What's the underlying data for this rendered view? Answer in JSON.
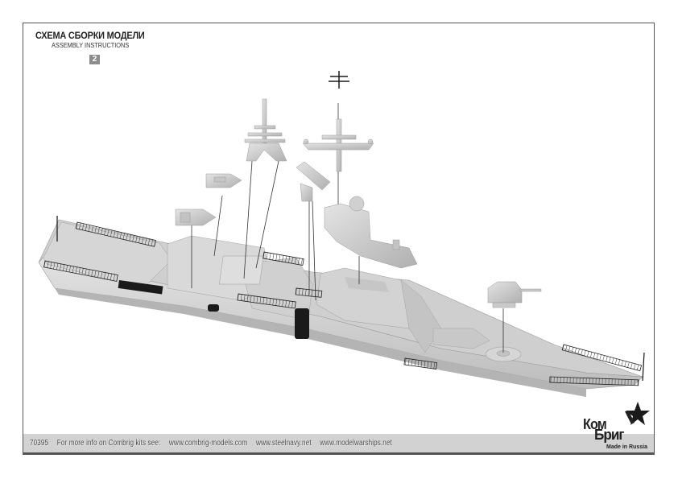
{
  "header": {
    "title_ru": "СХЕМА СБОРКИ МОДЕЛИ",
    "title_en": "ASSEMBLY INSTRUCTIONS",
    "step_number": "2"
  },
  "drawing": {
    "subject": "ship-hull-exploded-assembly",
    "parts": [
      "mainmast-top",
      "mainmast",
      "foremast",
      "launcher-unit",
      "radar-superstructure",
      "rigid-boat-upper",
      "rigid-boat-lower",
      "gun-turret"
    ]
  },
  "footer": {
    "kit_number": "70395",
    "info_text": "For more info on Combrig kits see:",
    "links": [
      "www.combrig-models.com",
      "www.steelnavy.net",
      "www.modelwarships.net"
    ],
    "band_color": "#d2d2d2"
  },
  "logo": {
    "line1": "Ком",
    "line2": "Бриг",
    "tagline": "Made in Russia"
  },
  "colors": {
    "frame": "#555555",
    "part_fill": "#d4d4d4",
    "part_shadow": "#a8a8a8",
    "railing": "#1e1e1e",
    "badge": "#8c8c8c"
  }
}
